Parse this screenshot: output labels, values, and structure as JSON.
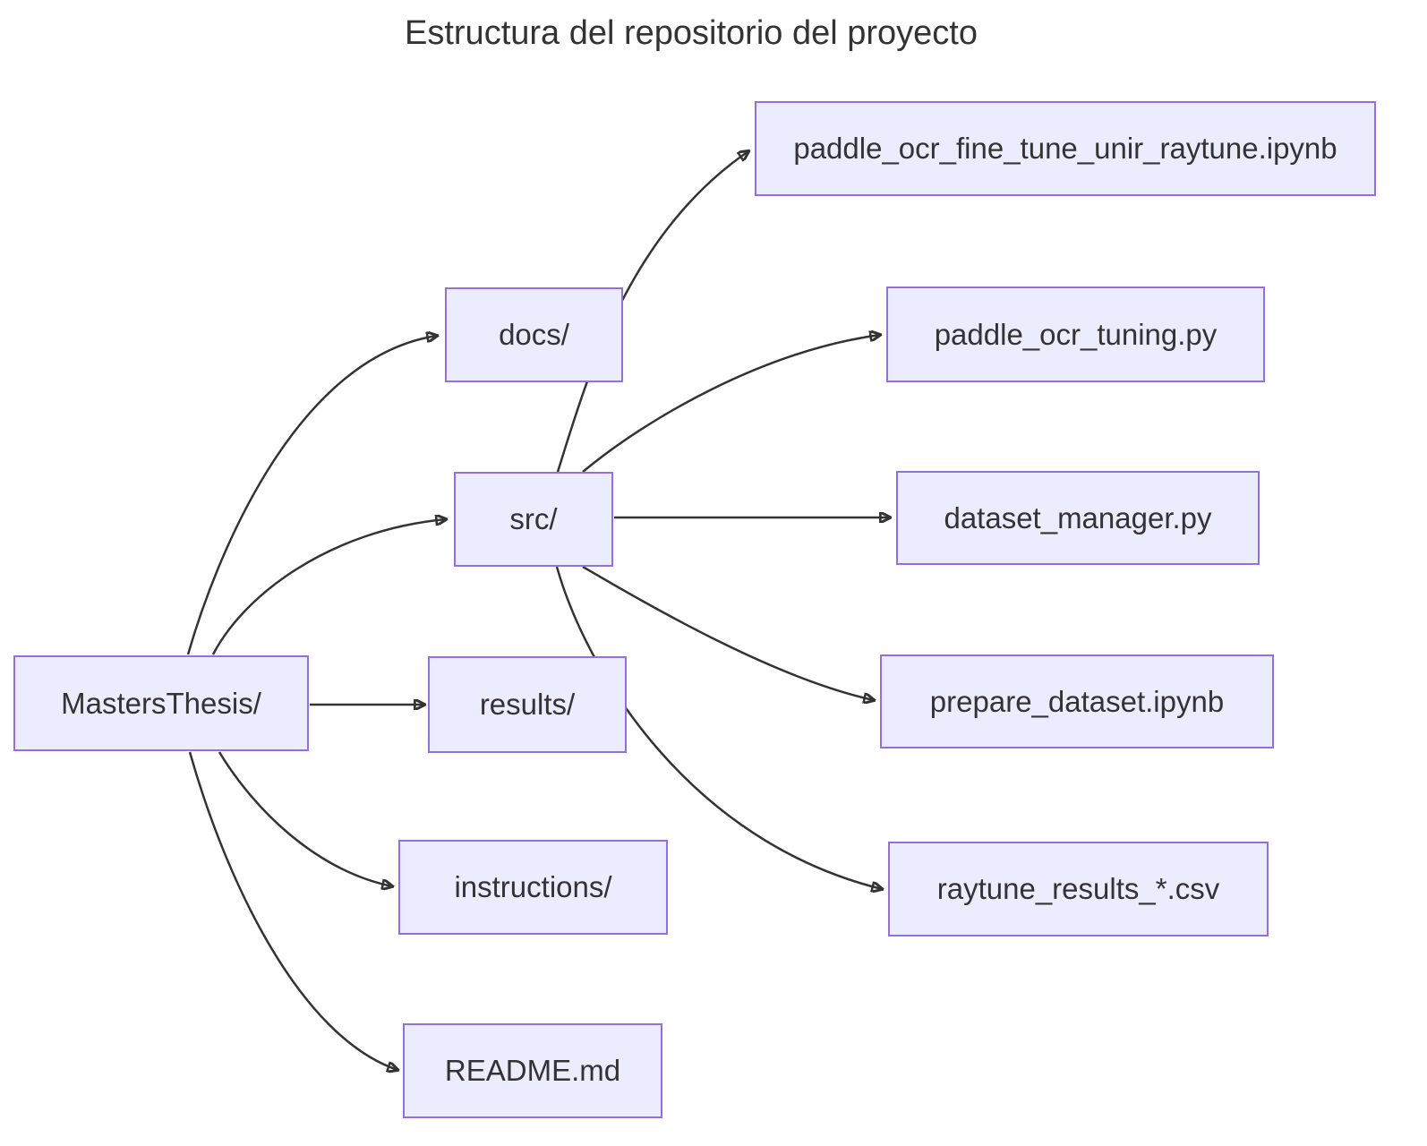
{
  "title": "Estructura del repositorio del proyecto",
  "diagram": {
    "type": "flowchart-left-to-right",
    "colors": {
      "background": "#FFFFFF",
      "node_fill": "#ECECFF",
      "node_border": "#9370DB",
      "edge_line": "#333333",
      "text": "#333333"
    },
    "nodes": [
      {
        "id": "root",
        "label": "MastersThesis/"
      },
      {
        "id": "docs",
        "label": "docs/"
      },
      {
        "id": "src",
        "label": "src/"
      },
      {
        "id": "results",
        "label": "results/"
      },
      {
        "id": "instructions",
        "label": "instructions/"
      },
      {
        "id": "readme",
        "label": "README.md"
      },
      {
        "id": "nb-finetune",
        "label": "paddle_ocr_fine_tune_unir_raytune.ipynb"
      },
      {
        "id": "py-tuning",
        "label": "paddle_ocr_tuning.py"
      },
      {
        "id": "py-dataset",
        "label": "dataset_manager.py"
      },
      {
        "id": "nb-prepare",
        "label": "prepare_dataset.ipynb"
      },
      {
        "id": "csv",
        "label": "raytune_results_*.csv"
      }
    ],
    "edges": [
      {
        "from": "MastersThesis/",
        "to": "docs/"
      },
      {
        "from": "MastersThesis/",
        "to": "src/"
      },
      {
        "from": "MastersThesis/",
        "to": "results/"
      },
      {
        "from": "MastersThesis/",
        "to": "instructions/"
      },
      {
        "from": "MastersThesis/",
        "to": "README.md"
      },
      {
        "from": "src/",
        "to": "paddle_ocr_fine_tune_unir_raytune.ipynb"
      },
      {
        "from": "src/",
        "to": "paddle_ocr_tuning.py"
      },
      {
        "from": "src/",
        "to": "dataset_manager.py"
      },
      {
        "from": "src/",
        "to": "prepare_dataset.ipynb"
      },
      {
        "from": "src/",
        "to": "raytune_results_*.csv"
      }
    ]
  }
}
